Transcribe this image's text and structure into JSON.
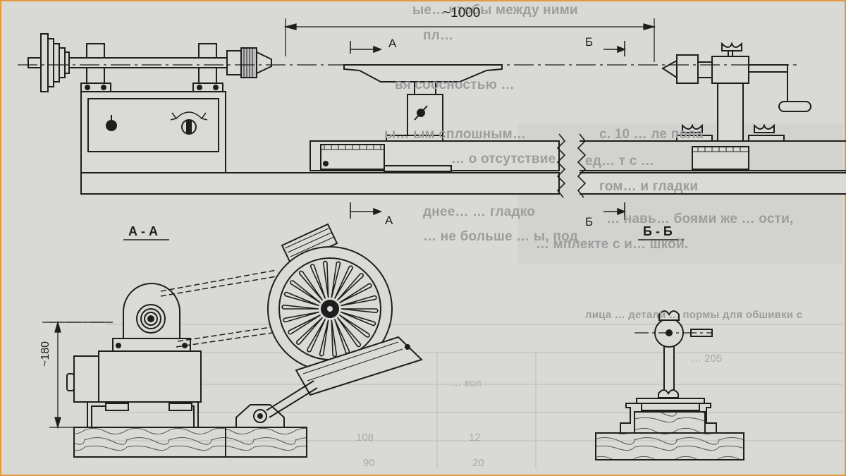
{
  "colors": {
    "paper": "#d9d9d5",
    "ink": "#1e1e1e",
    "faint_text": "#9d9d9d",
    "border_orange": "#e39a3c"
  },
  "labels": {
    "dimension_length": "~1000",
    "dimension_height": "~180",
    "section_a_top": "А",
    "section_a_bottom": "А",
    "section_b_top": "Б",
    "section_b_bottom": "Б",
    "view_a_a": "А - А",
    "view_b_b": "Б - Б",
    "switch_mark": "I"
  },
  "background_text": {
    "left_lines": [
      "ые… чтобы между ними",
      "пл…",
      "вя соосностью …",
      "ы… ым сплошным…",
      "… о отсутствие",
      "днее… … гладко",
      "… не больше … ы, под"
    ],
    "right_lines": [
      "с. 10 … ле пола",
      "ед… т с …",
      "гом… и гладки",
      "… навь… боями же … ости,",
      "… мплекте с и… шкой."
    ],
    "table_caption": "лица … детали … пормы для обшивки с",
    "table_cells": [
      "… 205",
      "… кол",
      "108",
      "12",
      "90",
      "20"
    ]
  }
}
